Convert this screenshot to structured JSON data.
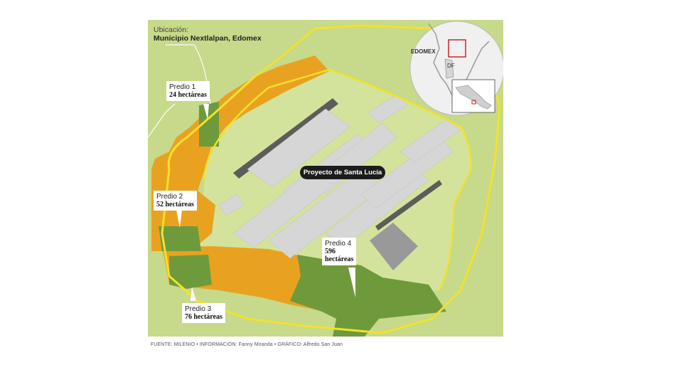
{
  "location": {
    "title": "Ubicación:",
    "value": "Municipio Nextlalpan, Edomex"
  },
  "project_label": "Proyecto de Santa Lucía",
  "plots": [
    {
      "name": "Predio 1",
      "area": "24 hectáreas"
    },
    {
      "name": "Predio 2",
      "area": "52 hectáreas"
    },
    {
      "name": "Predio 3",
      "area": "76 hectáreas"
    },
    {
      "name": "Predio 4",
      "area_line1": "596",
      "area_line2": "hectáreas"
    }
  ],
  "inset": {
    "label_state": "EDOMEX",
    "label_city": "DF"
  },
  "source": "FUENTE: MILENIO • INFORMACIÓN: Fanny Miranda • GRÁFICO: Alfredo San Juan",
  "colors": {
    "base_green": "#c7d98a",
    "boundary_yellow": "#f2e22a",
    "plot_orange": "#e9a21f",
    "plot_green": "#6f9a3c",
    "runway_gray": "#5c5c5c",
    "building_gray": "#d6d6d6"
  }
}
